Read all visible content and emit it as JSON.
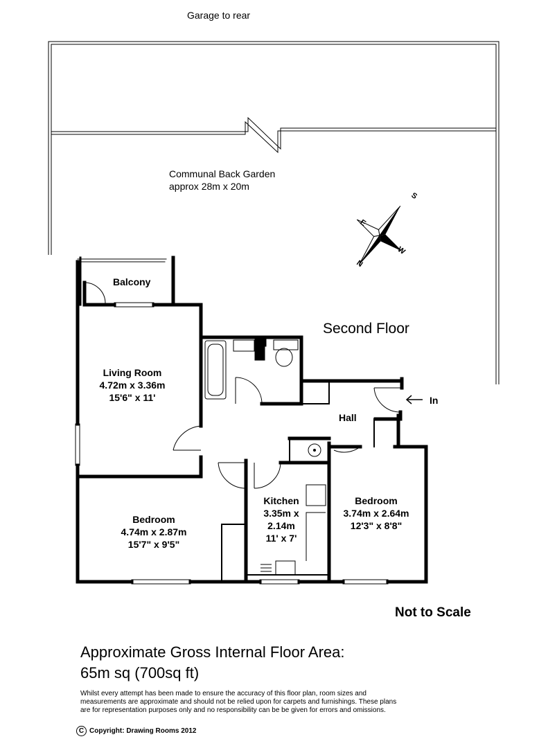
{
  "header": {
    "garage_note": "Garage to rear"
  },
  "garden": {
    "name": "Communal Back Garden",
    "size": "approx 28m x 20m"
  },
  "compass": {
    "n": "N",
    "s": "S",
    "e": "E",
    "w": "W"
  },
  "floor_label": "Second Floor",
  "entrance_label": "In",
  "rooms": {
    "balcony": {
      "name": "Balcony"
    },
    "living_room": {
      "name": "Living Room",
      "metric": "4.72m x 3.36m",
      "imperial": "15'6\" x 11'"
    },
    "hall": {
      "name": "Hall"
    },
    "bedroom_1": {
      "name": "Bedroom",
      "metric": "4.74m x 2.87m",
      "imperial": "15'7\" x 9'5\""
    },
    "kitchen": {
      "name": "Kitchen",
      "metric_line1": "3.35m x",
      "metric_line2": "2.14m",
      "imperial": "11' x 7'"
    },
    "bedroom_2": {
      "name": "Bedroom",
      "metric": "3.74m x 2.64m",
      "imperial": "12'3\" x 8'8\""
    }
  },
  "scale_note": "Not to Scale",
  "area": {
    "title": "Approximate Gross Internal Floor Area:",
    "value": "65m sq  (700sq ft)"
  },
  "disclaimer": "Whilst every attempt has been made to ensure the accuracy of this floor plan, room sizes and measurements are approximate and should not be relied upon for carpets and furnishings. These plans are for representation purposes only and no responsibility can be be given for errors and omissions.",
  "copyright": {
    "symbol": "C",
    "text": "Copyright: Drawing Rooms 2012"
  }
}
